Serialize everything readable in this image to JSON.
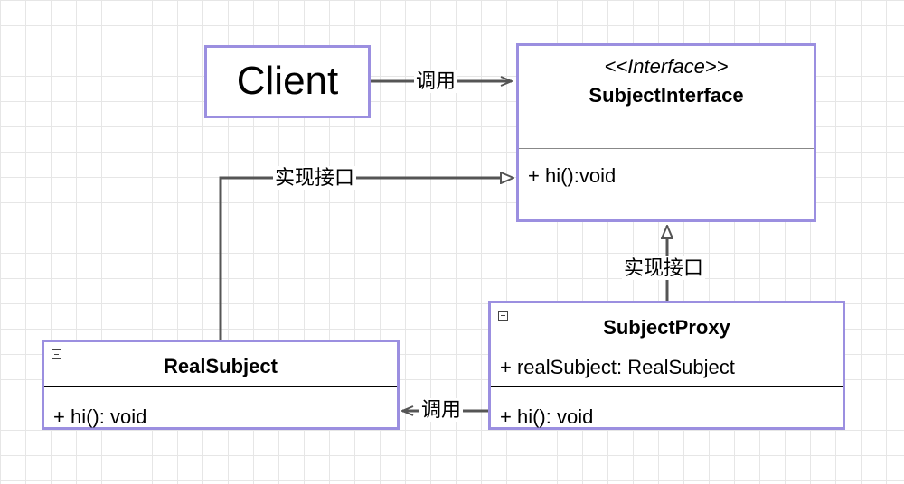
{
  "client": {
    "name": "Client"
  },
  "subject_interface": {
    "stereotype": "<<Interface>>",
    "name": "SubjectInterface",
    "methods": [
      "+ hi():void"
    ]
  },
  "subject_proxy": {
    "name": "SubjectProxy",
    "attributes": [
      "+ realSubject: RealSubject"
    ],
    "methods": [
      "+ hi(): void"
    ]
  },
  "real_subject": {
    "name": "RealSubject",
    "methods": [
      "+ hi(): void"
    ]
  },
  "edges": {
    "client_uses_interface": "调用",
    "real_implements_interface": "实现接口",
    "proxy_implements_interface": "实现接口",
    "proxy_uses_real": "调用"
  },
  "colors": {
    "box_border": "#9b8fe0",
    "line": "#555555",
    "grid": "#e6e6e6"
  }
}
